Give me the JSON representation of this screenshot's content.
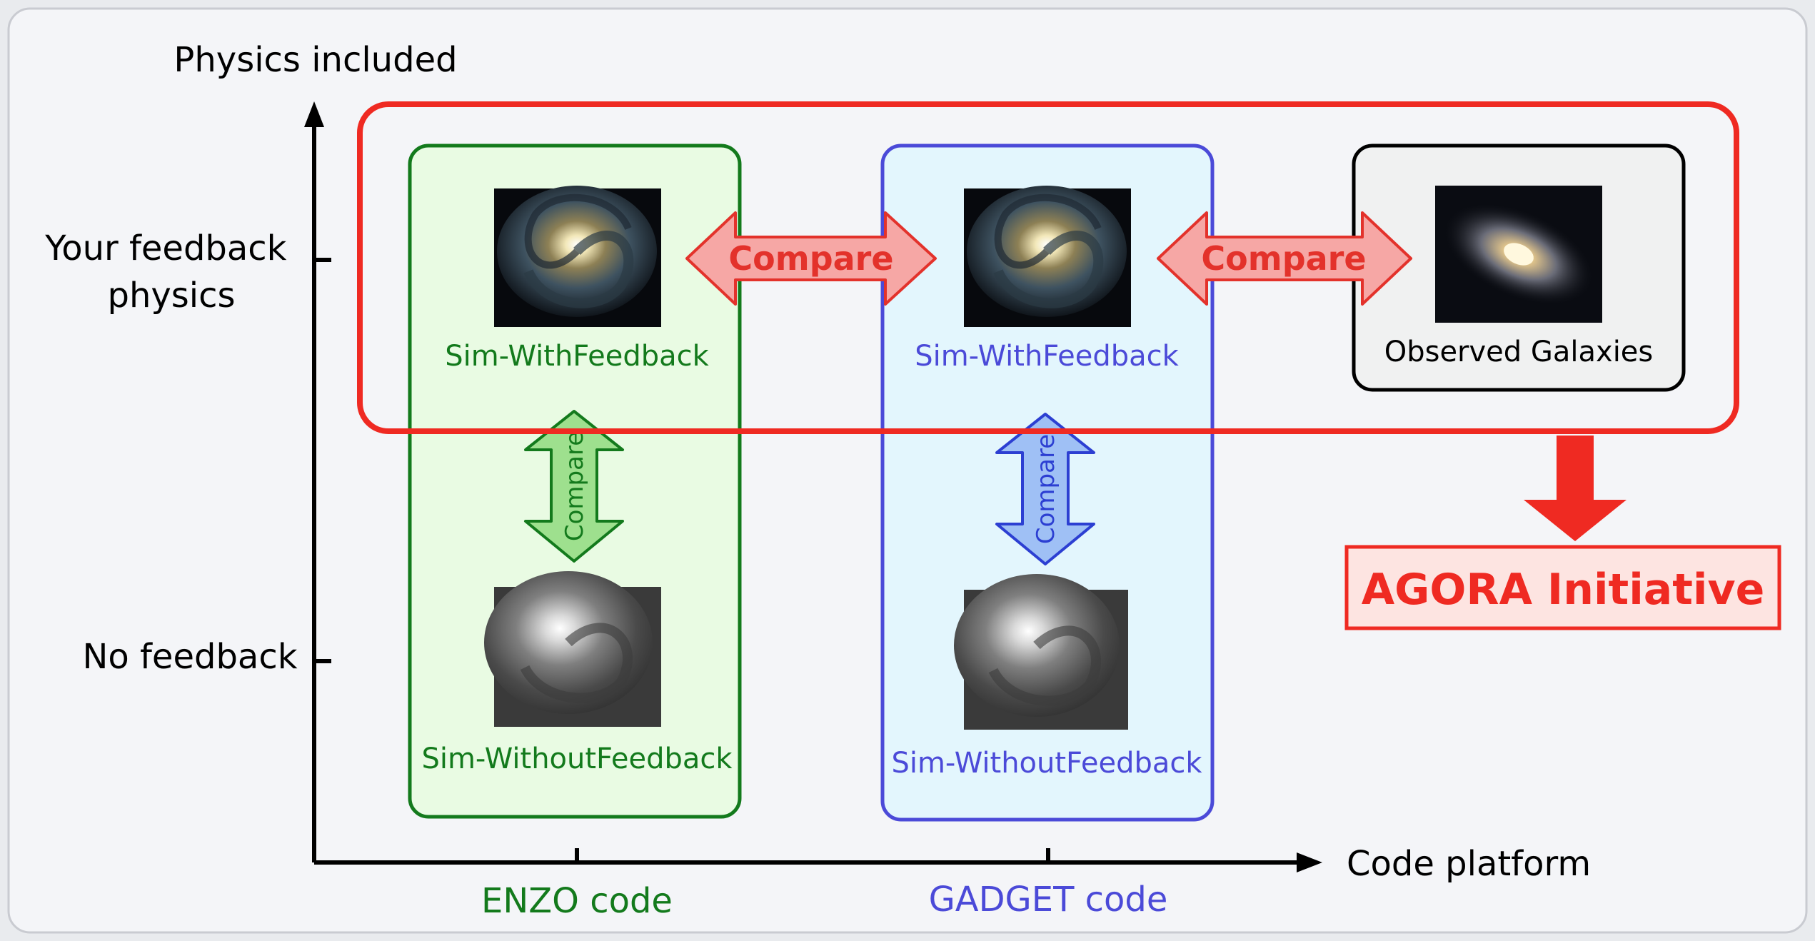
{
  "axes": {
    "y_label": "Physics included",
    "x_label": "Code platform",
    "y_ticks": [
      {
        "lines": [
          "Your feedback",
          "physics"
        ]
      },
      {
        "lines": [
          "No feedback"
        ]
      }
    ],
    "x_ticks": [
      {
        "label": "ENZO code",
        "color": "#137a1c"
      },
      {
        "label": "GADGET code",
        "color": "#4b4ad8"
      }
    ]
  },
  "columns": {
    "enzo": {
      "color": "#137a1c",
      "fill": "#e9fbe3",
      "sim_with_label": "Sim-WithFeedback",
      "sim_without_label": "Sim-WithoutFeedback",
      "compare_label": "Compare"
    },
    "gadget": {
      "color": "#4b4ad8",
      "fill": "#e3f6fd",
      "sim_with_label": "Sim-WithFeedback",
      "sim_without_label": "Sim-WithoutFeedback",
      "compare_label": "Compare"
    }
  },
  "observed": {
    "label": "Observed Galaxies"
  },
  "compare_horizontal": [
    {
      "label": "Compare"
    },
    {
      "label": "Compare"
    }
  ],
  "agora": {
    "label": "AGORA Initiative",
    "color": "#ef2a22"
  },
  "icons": {
    "galaxy_color": "galaxy-color-icon",
    "galaxy_gray": "galaxy-gray-icon",
    "galaxy_observed": "galaxy-observed-icon"
  }
}
